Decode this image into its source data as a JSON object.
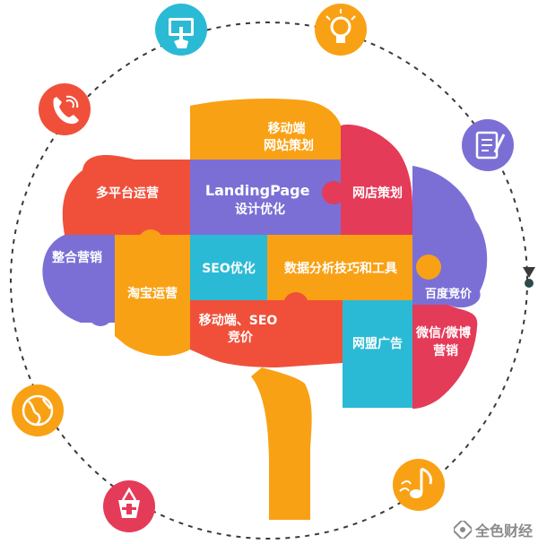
{
  "pieces": {
    "mobile_site": "移动端\n网站策划",
    "multi_platform": "多平台运营",
    "landing_page": "LandingPage\n设计优化",
    "shop_planning": "网店策划",
    "integrated_marketing": "整合营销",
    "taobao": "淘宝运营",
    "seo": "SEO优化",
    "data_analysis": "数据分析技巧和工具",
    "baidu_bidding": "百度竞价",
    "mobile_seo": "移动端、SEO\n竞价",
    "affiliate_ads": "网盟广告",
    "wechat_weibo": "微信/微博\n营销"
  },
  "watermark": {
    "text": "全色财经"
  },
  "colors": {
    "red": "#f0503a",
    "orange": "#f9a114",
    "purple": "#7b6fd6",
    "pink": "#e43b58",
    "blue": "#2bbad5",
    "dashed_ring": "#3a3a3a",
    "stem": "#f9a114"
  },
  "icons": [
    {
      "name": "touchscreen-icon",
      "color": "#2bbad5"
    },
    {
      "name": "lightbulb-icon",
      "color": "#f9a114"
    },
    {
      "name": "phone-icon",
      "color": "#f0503a"
    },
    {
      "name": "notepad-icon",
      "color": "#7b6fd6"
    },
    {
      "name": "globe-icon",
      "color": "#f9a114"
    },
    {
      "name": "shopping-basket-icon",
      "color": "#e43b58"
    },
    {
      "name": "music-note-icon",
      "color": "#f9a114"
    }
  ]
}
